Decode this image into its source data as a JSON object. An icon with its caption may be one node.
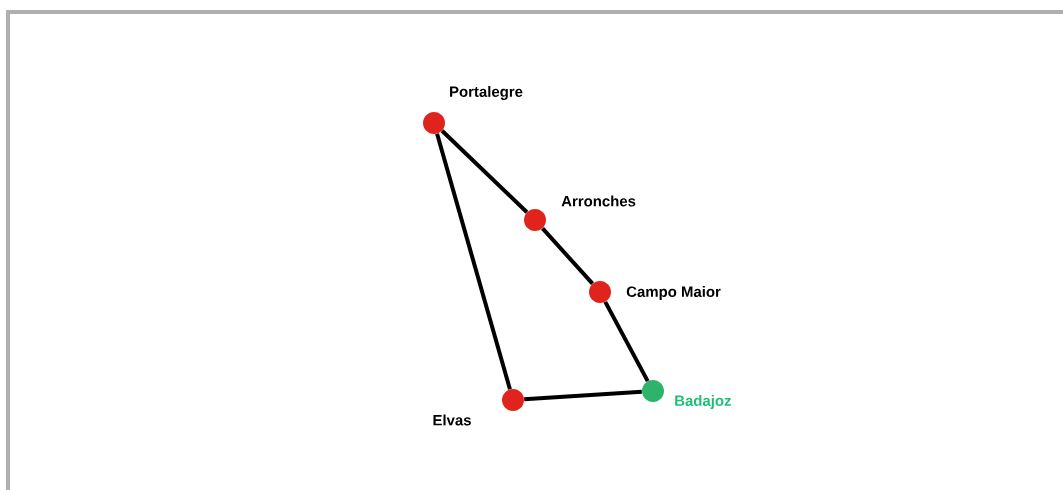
{
  "diagram": {
    "nodes": [
      {
        "text": [],
        "shape": "circle",
        "beside": [
          "Portalegre"
        ]
      },
      {
        "text": [],
        "shape": "circle",
        "beside": [
          "Arronches"
        ]
      },
      {
        "text": [],
        "shape": "circle",
        "beside": [
          "Campo Maior"
        ]
      },
      {
        "text": [],
        "shape": "circle",
        "beside": [
          "Badajoz"
        ]
      },
      {
        "text": [],
        "shape": "circle",
        "beside": [
          "Elvas"
        ]
      }
    ],
    "edges": [
      {
        "from": 0,
        "to": 1,
        "arrow": "none"
      },
      {
        "from": 1,
        "to": 2,
        "arrow": "none"
      },
      {
        "from": 2,
        "to": 3,
        "arrow": "none"
      },
      {
        "from": 3,
        "to": 4,
        "arrow": "none"
      },
      {
        "from": 4,
        "to": 0,
        "arrow": "none"
      }
    ]
  }
}
